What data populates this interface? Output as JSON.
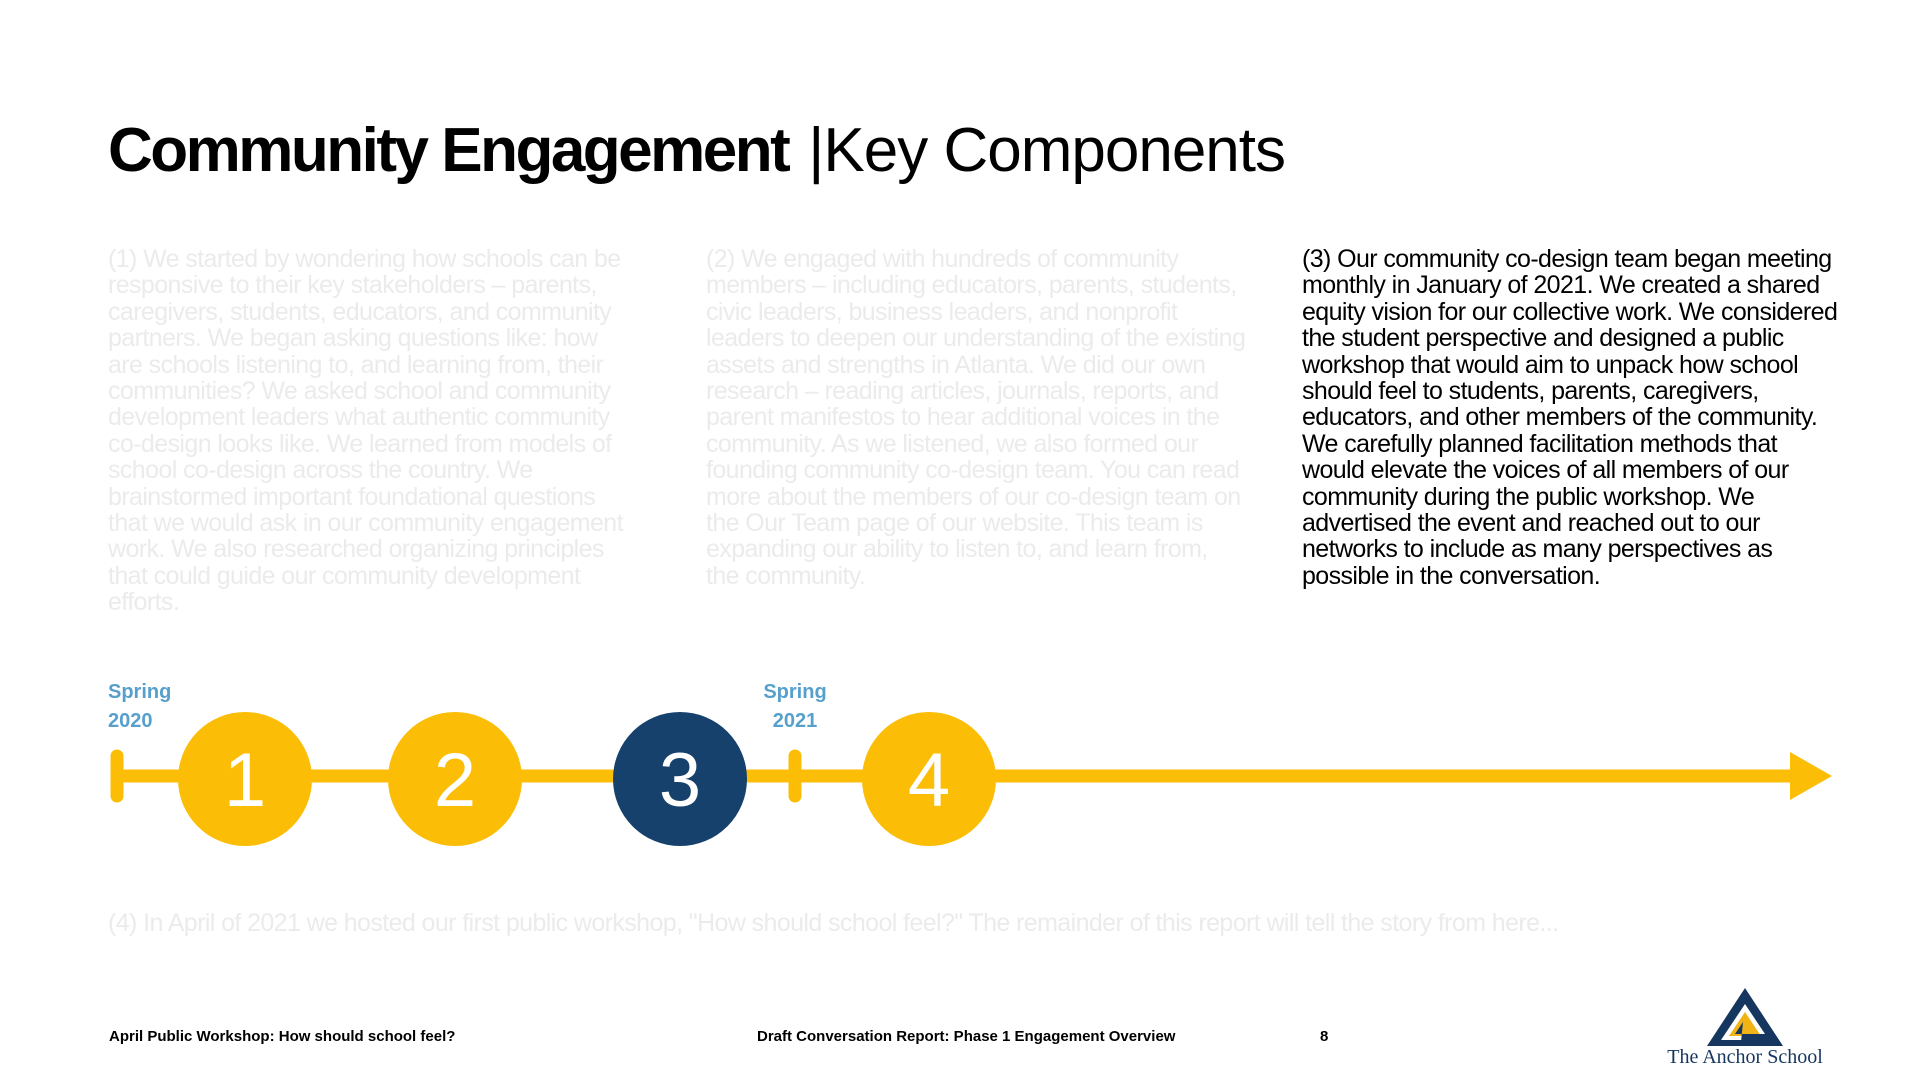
{
  "header": {
    "title_bold": "Community Engagement",
    "title_separator": "|",
    "title_light": "Key Components"
  },
  "paragraphs": {
    "p1": "(1) We started by wondering how schools can be responsive to their key stakeholders – parents, caregivers, students, educators, and community partners. We began asking questions like: how are schools listening to, and learning from, their communities? We asked school and community development leaders what authentic community co-design looks like. We learned from models of school co-design across the country. We brainstormed important foundational questions that we would ask in our community engagement work. We also researched organizing principles that could guide our community development efforts.",
    "p2": "(2) We engaged with hundreds of community members – including educators, parents, students, civic leaders, business leaders, and nonprofit leaders to deepen our understanding of the existing assets and strengths in Atlanta. We did our own research – reading articles, journals, reports, and parent manifestos to hear additional voices in the community. As we listened, we also formed our founding community co-design team. You can read more about the members of our co-design team on the Our Team page of our website. This team is expanding our ability to listen to, and learn from, the community.",
    "p3": "(3) Our community co-design team began meeting monthly in January of 2021. We created a shared equity vision for our collective work. We considered the student perspective and designed a public workshop that would aim to unpack how school should feel to students, parents, caregivers, educators, and other members of the community. We carefully planned facilitation methods that would elevate the voices of all members of our community during the public workshop. We advertised the event and reached out to our networks to include as many perspectives as possible in the conversation.",
    "p4": "(4) In April of 2021 we hosted our first public workshop, \"How should school feel?\" The remainder of this report will tell the story from here..."
  },
  "timeline": {
    "date_labels": [
      {
        "line1": "Spring",
        "line2": "2020"
      },
      {
        "line1": "Spring",
        "line2": "2021"
      }
    ],
    "steps": [
      {
        "label": "1",
        "active": false
      },
      {
        "label": "2",
        "active": false
      },
      {
        "label": "3",
        "active": true
      },
      {
        "label": "4",
        "active": false
      }
    ],
    "active_step": 3
  },
  "footer": {
    "left": "April Public Workshop: How should school feel?",
    "center": "Draft Conversation Report: Phase 1 Engagement Overview",
    "page_number": "8"
  },
  "logo": {
    "text": "The Anchor School",
    "icon": "anchor-school-logo-icon"
  },
  "colors": {
    "timeline_yellow": "#fbbd06",
    "active_navy": "#15416c",
    "date_label_blue": "#57a0cc",
    "faded_text": "#ebebeb",
    "logo_navy": "#15365f",
    "logo_gold": "#f0b416"
  }
}
